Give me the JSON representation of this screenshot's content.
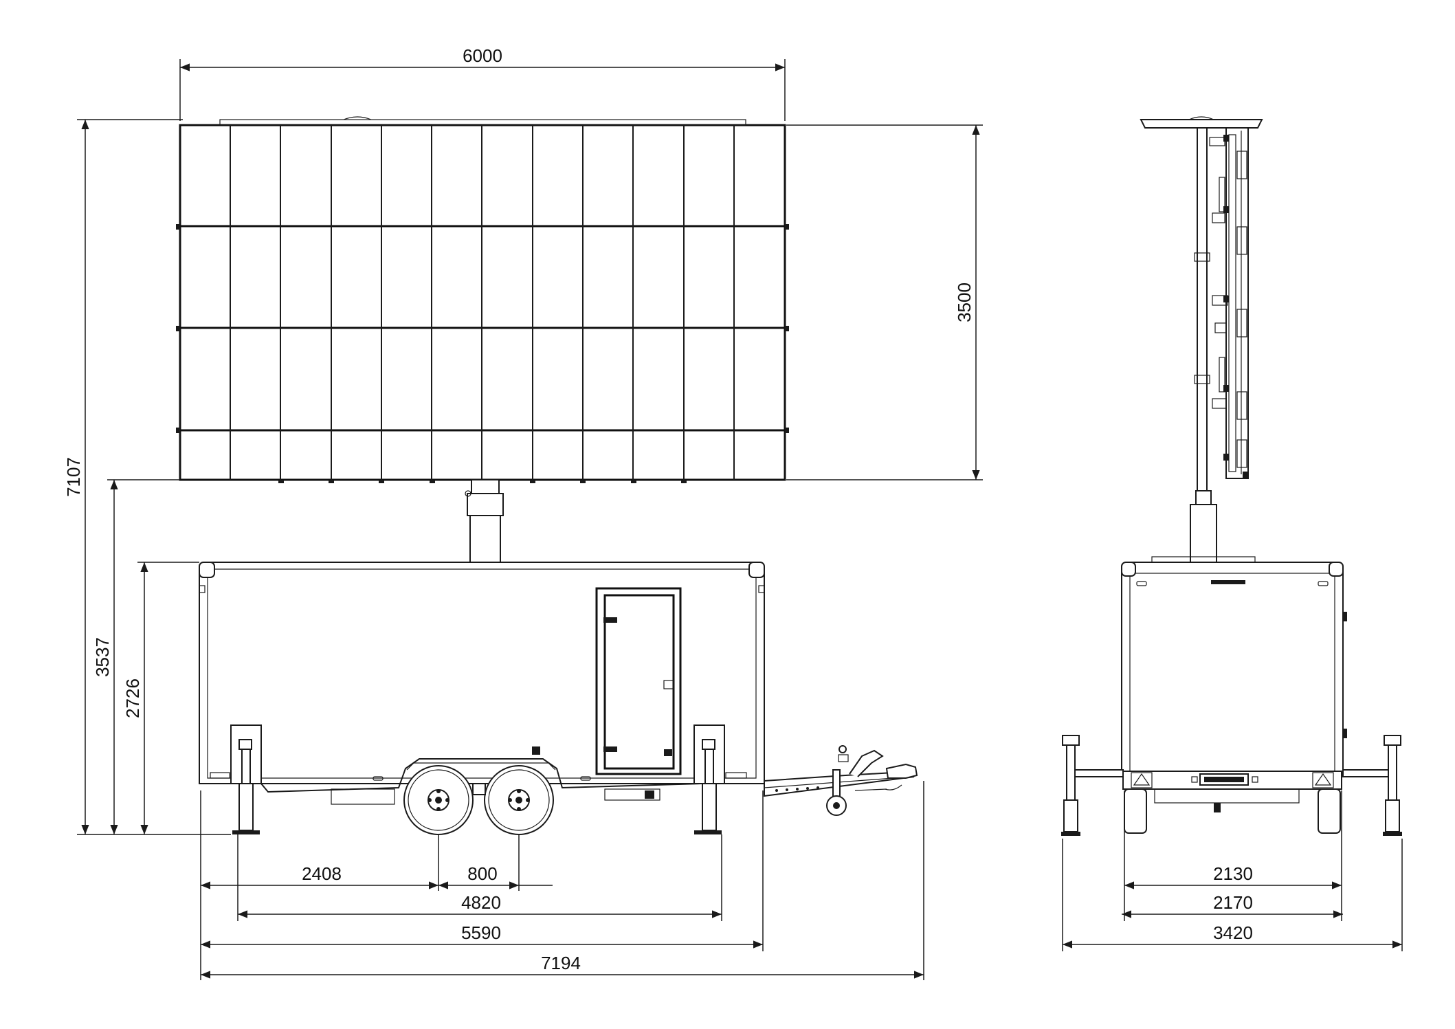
{
  "drawing": {
    "side_view": {
      "dimensions": {
        "panel_width": "6000",
        "overall_height": "7107",
        "panel_bottom_height": "3537",
        "body_height": "2726",
        "front_to_axle": "2408",
        "axle_spacing": "800",
        "leg_spacing": "4820",
        "body_length": "5590",
        "overall_length": "7194"
      }
    },
    "rear_view": {
      "dimensions": {
        "panel_height": "3500",
        "inner_width": "2130",
        "outer_width": "2170",
        "leg_width": "3420"
      }
    }
  }
}
